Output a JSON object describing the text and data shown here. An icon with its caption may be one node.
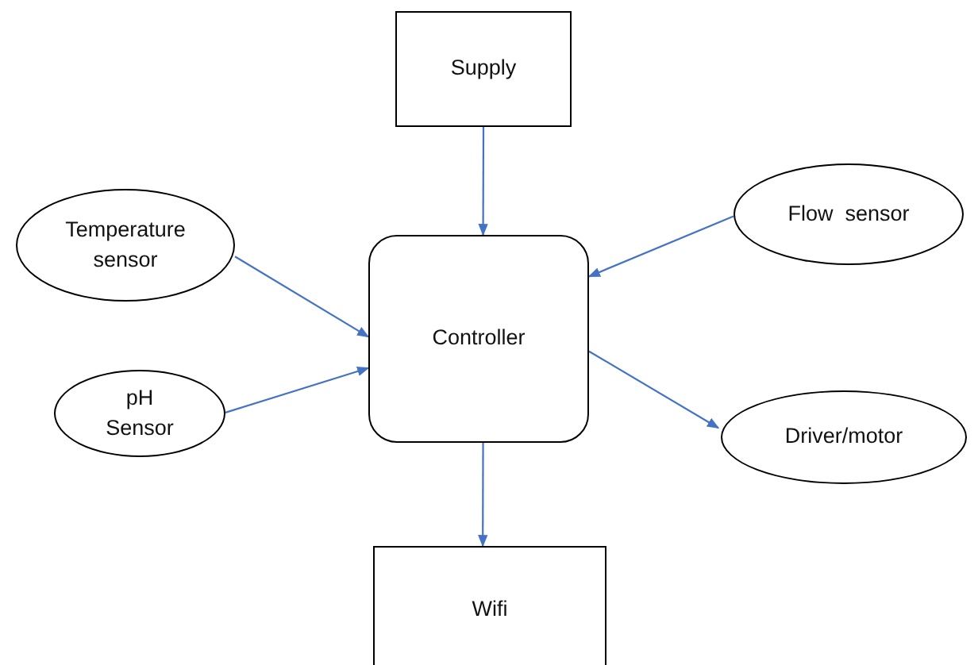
{
  "diagram": {
    "nodes": [
      {
        "text": [
          "Supply"
        ]
      },
      {
        "text": [
          "Temperature sensor"
        ]
      },
      {
        "text": [
          "Flow  sensor"
        ]
      },
      {
        "text": [
          "Controller"
        ]
      },
      {
        "text": [
          "pH Sensor"
        ]
      },
      {
        "text": [
          "Driver/motor"
        ]
      },
      {
        "text": [
          "Wifi"
        ]
      }
    ],
    "edges": [
      {
        "from": 0,
        "to": 3,
        "arrow": "to"
      },
      {
        "from": 1,
        "to": 3,
        "arrow": "to"
      },
      {
        "from": 2,
        "to": 3,
        "arrow": "to"
      },
      {
        "from": 4,
        "to": 3,
        "arrow": "to"
      },
      {
        "from": 3,
        "to": 5,
        "arrow": "to"
      },
      {
        "from": 3,
        "to": 6,
        "arrow": "to"
      }
    ]
  }
}
